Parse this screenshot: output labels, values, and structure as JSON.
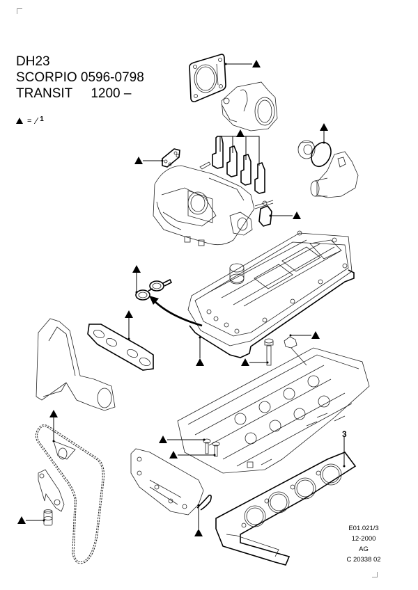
{
  "header": {
    "code": "DH23",
    "line1_model": "SCORPIO",
    "line1_range": "0596-0798",
    "line2_model": "TRANSIT",
    "line2_range": "1200 –"
  },
  "legend": {
    "symbol": "▲",
    "equals": "=",
    "meaning_glyph": "⁄",
    "meaning_value": "1"
  },
  "callouts": {
    "head_gasket_number": "3"
  },
  "reference": {
    "code": "E01.021/3",
    "date": "12-2000",
    "author": "AG",
    "catalog": "C 20338 02"
  },
  "parts": [
    {
      "name": "throttle-body-gasket",
      "marked": true
    },
    {
      "name": "throttle-body",
      "marked": false
    },
    {
      "name": "intake-manifold-port-gaskets",
      "marked": true
    },
    {
      "name": "egr-plate-gasket",
      "marked": true
    },
    {
      "name": "intake-manifold",
      "marked": false
    },
    {
      "name": "egr-flange-gasket",
      "marked": true
    },
    {
      "name": "thermostat-seal-ring",
      "marked": true
    },
    {
      "name": "thermostat-housing",
      "marked": false
    },
    {
      "name": "cam-cover-plug-seal",
      "marked": true
    },
    {
      "name": "cam-cover",
      "marked": false
    },
    {
      "name": "cam-cover-gasket",
      "marked": true
    },
    {
      "name": "cam-cover-bolt",
      "marked": true
    },
    {
      "name": "oil-seal-cap",
      "marked": true
    },
    {
      "name": "exhaust-manifold-gasket",
      "marked": true
    },
    {
      "name": "exhaust-manifold",
      "marked": false
    },
    {
      "name": "cylinder-head",
      "marked": false
    },
    {
      "name": "head-bolts",
      "marked": true
    },
    {
      "name": "timing-cover-gasket",
      "marked": true
    },
    {
      "name": "timing-chain-tensioner",
      "marked": true
    },
    {
      "name": "timing-chain",
      "marked": false
    },
    {
      "name": "tensioner-plunger",
      "marked": true
    },
    {
      "name": "cylinder-head-gasket",
      "marked": false
    }
  ]
}
